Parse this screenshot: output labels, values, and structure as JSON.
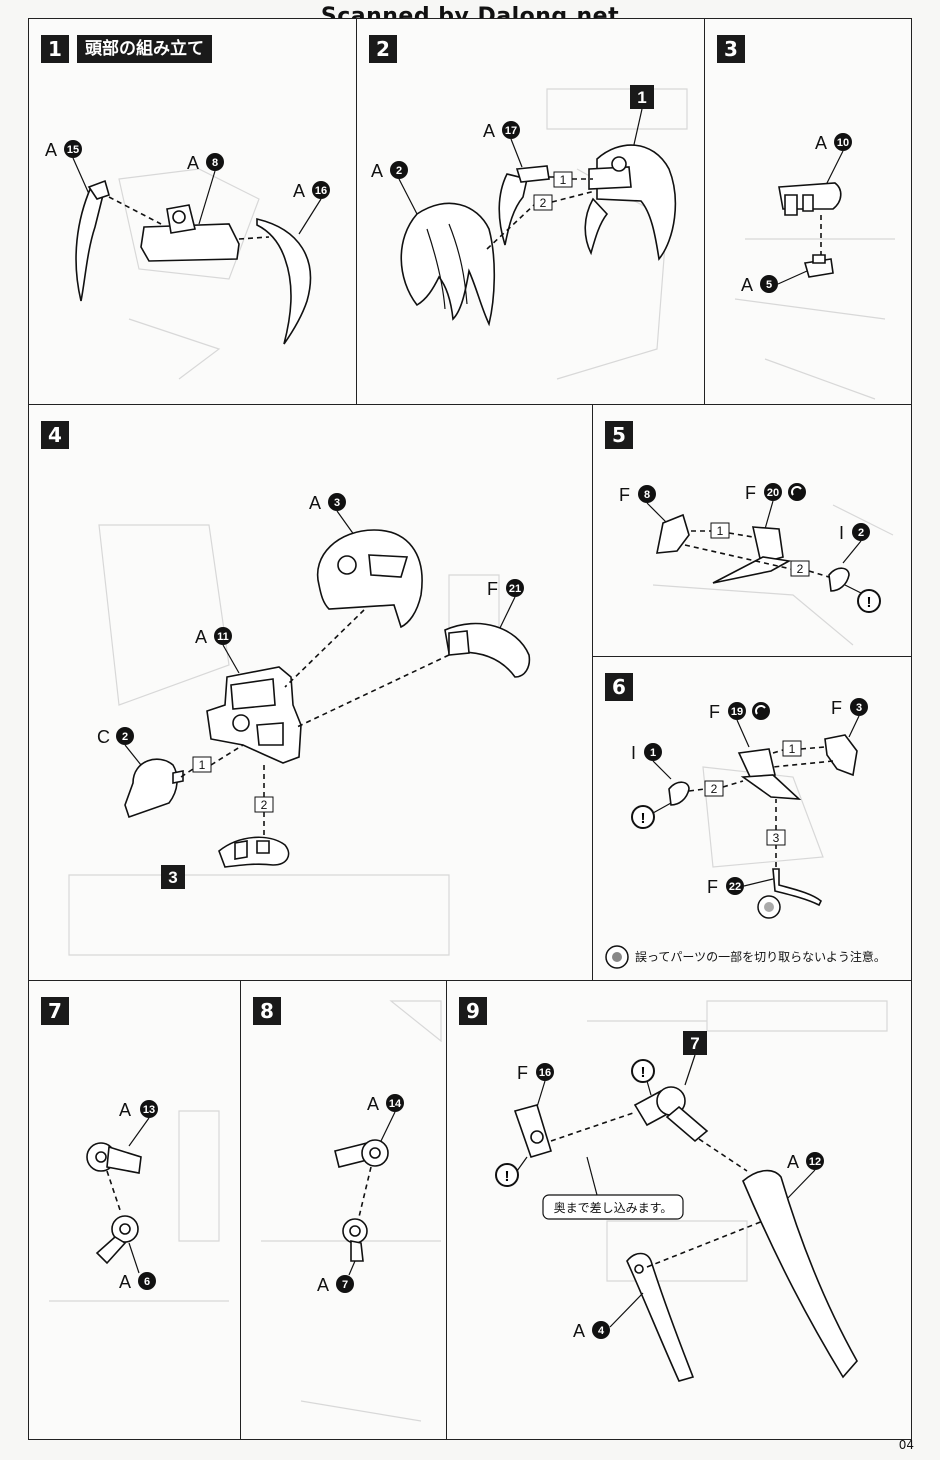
{
  "header": {
    "scan_credit": "Scanned by Dalong.net"
  },
  "footer": {
    "page_number": "04"
  },
  "steps": {
    "s1": {
      "number": "1",
      "title": "頭部の組み立て",
      "parts": [
        {
          "letter": "A",
          "num": "15"
        },
        {
          "letter": "A",
          "num": "8"
        },
        {
          "letter": "A",
          "num": "16"
        }
      ]
    },
    "s2": {
      "number": "2",
      "ref": "1",
      "parts": [
        {
          "letter": "A",
          "num": "17"
        },
        {
          "letter": "A",
          "num": "2"
        }
      ],
      "order": [
        "1",
        "2"
      ]
    },
    "s3": {
      "number": "3",
      "parts": [
        {
          "letter": "A",
          "num": "10"
        },
        {
          "letter": "A",
          "num": "5"
        }
      ]
    },
    "s4": {
      "number": "4",
      "ref": "3",
      "parts": [
        {
          "letter": "A",
          "num": "3"
        },
        {
          "letter": "F",
          "num": "21"
        },
        {
          "letter": "A",
          "num": "11"
        },
        {
          "letter": "C",
          "num": "2"
        }
      ],
      "order": [
        "1",
        "2"
      ]
    },
    "s5": {
      "number": "5",
      "parts": [
        {
          "letter": "F",
          "num": "8"
        },
        {
          "letter": "F",
          "num": "20"
        },
        {
          "letter": "I",
          "num": "2"
        }
      ],
      "order": [
        "1",
        "2"
      ]
    },
    "s6": {
      "number": "6",
      "parts": [
        {
          "letter": "F",
          "num": "19"
        },
        {
          "letter": "F",
          "num": "3"
        },
        {
          "letter": "I",
          "num": "1"
        },
        {
          "letter": "F",
          "num": "22"
        }
      ],
      "order": [
        "1",
        "2",
        "3"
      ],
      "caution_note": "誤ってパーツの一部を切り取らないよう注意。"
    },
    "s7": {
      "number": "7",
      "parts": [
        {
          "letter": "A",
          "num": "13"
        },
        {
          "letter": "A",
          "num": "6"
        }
      ]
    },
    "s8": {
      "number": "8",
      "parts": [
        {
          "letter": "A",
          "num": "14"
        },
        {
          "letter": "A",
          "num": "7"
        }
      ]
    },
    "s9": {
      "number": "9",
      "ref": "7",
      "parts": [
        {
          "letter": "F",
          "num": "16"
        },
        {
          "letter": "A",
          "num": "12"
        },
        {
          "letter": "A",
          "num": "4"
        }
      ],
      "callout": "奥まで差し込みます。"
    }
  },
  "icons": {
    "caution": "exclamation-icon",
    "flip": "swirl-icon",
    "cut_warning": "cut-warning-icon"
  },
  "colors": {
    "ink": "#111111",
    "paper": "#f7f7f5",
    "label_bg": "#1a1a1a"
  }
}
